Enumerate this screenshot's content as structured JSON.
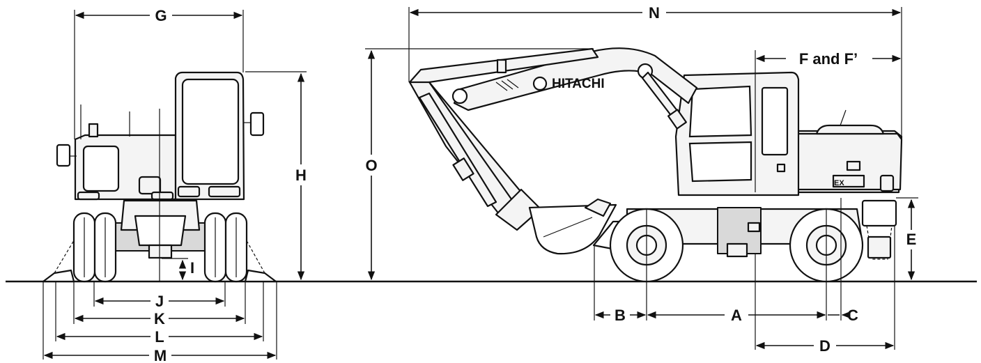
{
  "brand": {
    "name": "HITACHI",
    "model": "EX"
  },
  "dimensions": {
    "A": "A",
    "B": "B",
    "C": "C",
    "D": "D",
    "E": "E",
    "F": "F and F’",
    "G": "G",
    "H": "H",
    "I": "I",
    "J": "J",
    "K": "K",
    "L": "L",
    "M": "M",
    "N": "N",
    "O": "O"
  },
  "colors": {
    "line": "#111111",
    "background": "#ffffff"
  }
}
